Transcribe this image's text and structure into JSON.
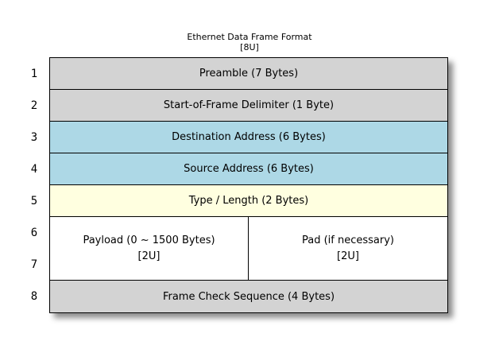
{
  "title": {
    "line1": "Ethernet Data Frame Format",
    "line2": "[8U]"
  },
  "colors": {
    "gray": "#d3d3d3",
    "blue": "#add8e6",
    "yellow": "#ffffe0",
    "white": "#ffffff",
    "border": "#000000"
  },
  "rows": [
    {
      "num": "1",
      "label": "Preamble (7 Bytes)",
      "color": "#d3d3d3"
    },
    {
      "num": "2",
      "label": "Start-of-Frame Delimiter (1 Byte)",
      "color": "#d3d3d3"
    },
    {
      "num": "3",
      "label": "Destination Address (6 Bytes)",
      "color": "#add8e6"
    },
    {
      "num": "4",
      "label": "Source Address (6 Bytes)",
      "color": "#add8e6"
    },
    {
      "num": "5",
      "label": "Type / Length (2 Bytes)",
      "color": "#ffffe0"
    },
    {
      "nums": [
        "6",
        "7"
      ],
      "color": "#ffffff",
      "cells": [
        {
          "line1": "Payload (0 ~ 1500 Bytes)",
          "line2": "[2U]"
        },
        {
          "line1": "Pad (if necessary)",
          "line2": "[2U]"
        }
      ]
    },
    {
      "num": "8",
      "label": "Frame Check Sequence (4 Bytes)",
      "color": "#d3d3d3"
    }
  ]
}
